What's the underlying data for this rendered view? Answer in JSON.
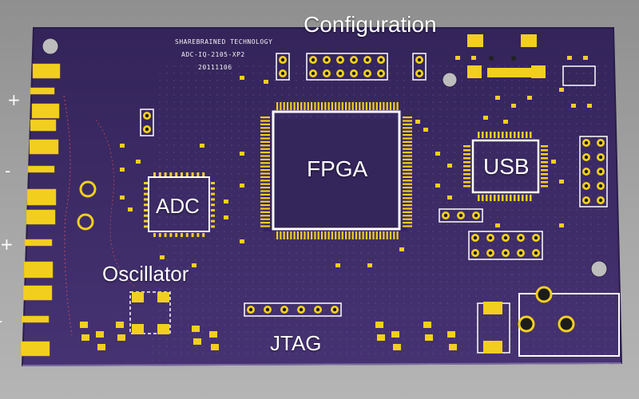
{
  "board": {
    "silkscreen": {
      "company": "SHAREBRAINED TECHNOLOGY",
      "model": "ADC-IQ-2105-XP2",
      "date": "20111106"
    },
    "polarity_marks": [
      "+",
      "-",
      "+",
      "-"
    ]
  },
  "annotations": {
    "configuration": "Configuration",
    "fpga": "FPGA",
    "usb": "USB",
    "adc": "ADC",
    "oscillator": "Oscillator",
    "jtag": "JTAG"
  },
  "colors": {
    "pcb": "#3d2a66",
    "gold": "#f2cf1f",
    "silkscreen": "#f5f5f5",
    "background": "#9a9a9a"
  }
}
